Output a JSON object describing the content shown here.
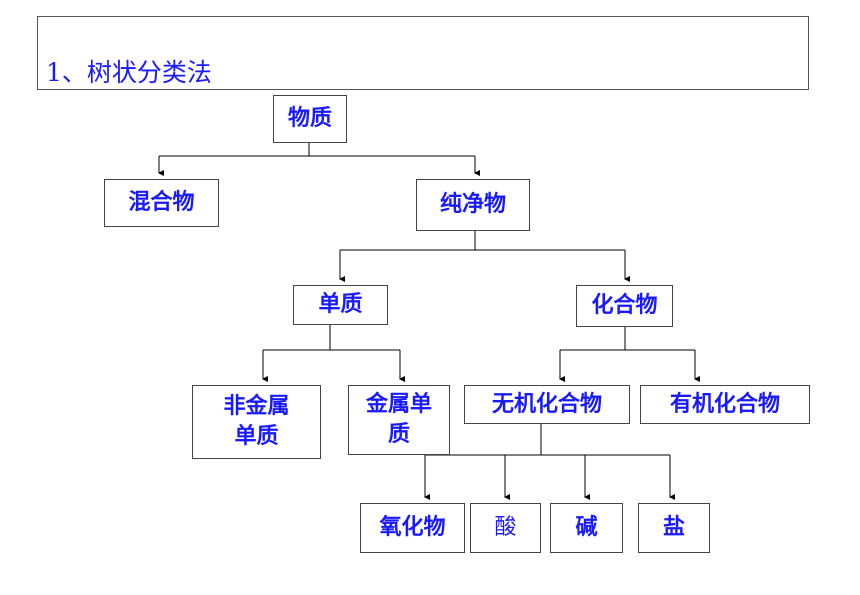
{
  "title": "1、树状分类法",
  "nodes": {
    "wuzhi": "物质",
    "hunhewu": "混合物",
    "chunjingwu": "纯净物",
    "danzhi": "单质",
    "huahewu": "化合物",
    "feijinshu": "非金属单质",
    "jinshu": "金属单质",
    "wuji": "无机化合物",
    "youji": "有机化合物",
    "yanghuawu": "氧化物",
    "suan": "酸",
    "jian": "碱",
    "yan": "盐"
  },
  "colors": {
    "text": "#1a1aff",
    "border": "#444444",
    "line": "#000000"
  }
}
